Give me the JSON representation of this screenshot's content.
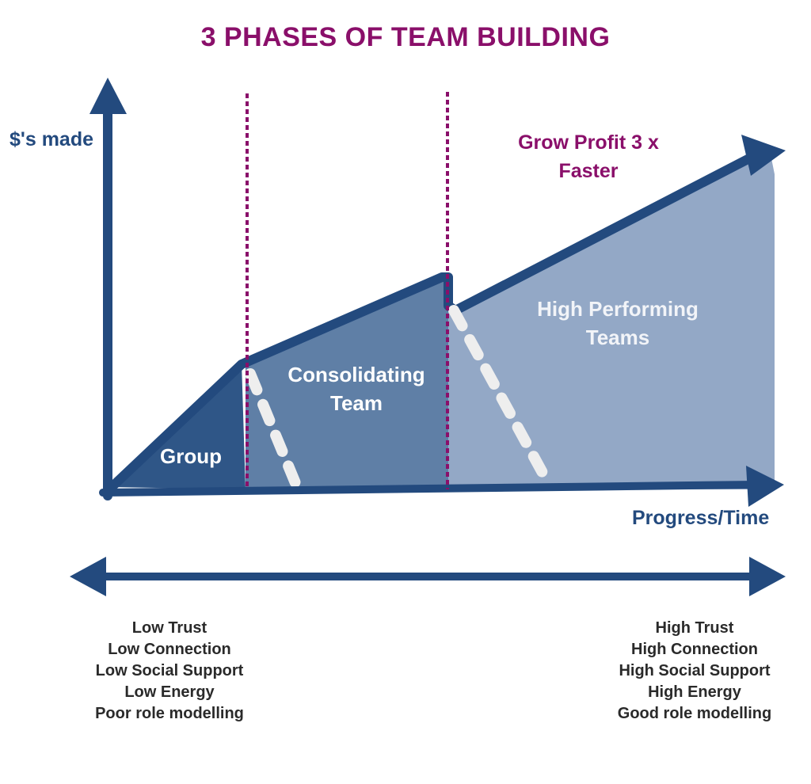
{
  "title": "3 PHASES OF TEAM BUILDING",
  "axes": {
    "y_label": "$'s made",
    "x_label": "Progress/Time"
  },
  "callout": {
    "line1": "Grow Profit 3 x",
    "line2": "Faster"
  },
  "phases": [
    {
      "line1": "Group",
      "line2": ""
    },
    {
      "line1": "Consolidating",
      "line2": "Team"
    },
    {
      "line1": "High Performing",
      "line2": "Teams"
    }
  ],
  "low_end": [
    "Low Trust",
    "Low Connection",
    "Low Social Support",
    "Low Energy",
    "Poor role modelling"
  ],
  "high_end": [
    "High Trust",
    "High Connection",
    "High Social Support",
    "High Energy",
    "Good role modelling"
  ],
  "colors": {
    "title": "#8a0f6a",
    "axis": "#234a7e",
    "phase_group": "#2f5687",
    "phase_consolidating": "#5f7fa6",
    "phase_high": "#93a8c6",
    "divider": "#8a0f6a",
    "dashes": "#eeeeee"
  }
}
